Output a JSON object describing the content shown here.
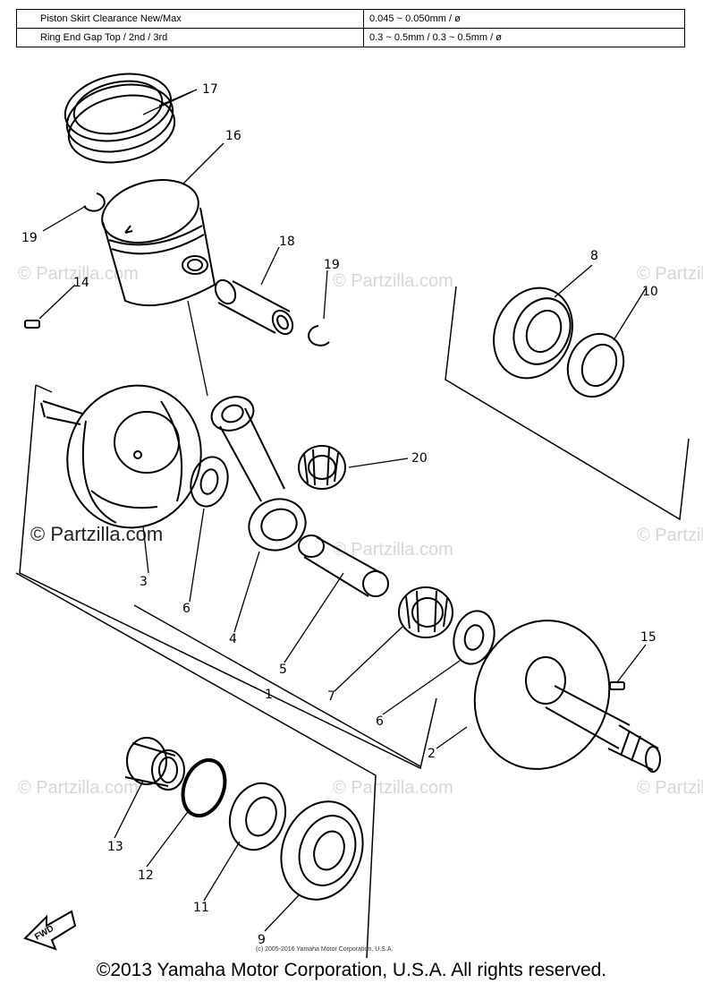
{
  "specs": [
    {
      "label": "Piston Skirt Clearance New/Max",
      "value": "0.045 ~ 0.050mm / ø"
    },
    {
      "label": "Ring End Gap Top / 2nd / 3rd",
      "value": "0.3 ~ 0.5mm / 0.3 ~ 0.5mm / ø"
    }
  ],
  "callouts": {
    "c1": "1",
    "c2": "2",
    "c3": "3",
    "c4": "4",
    "c5": "5",
    "c6a": "6",
    "c6b": "6",
    "c7": "7",
    "c8": "8",
    "c9": "9",
    "c10": "10",
    "c11": "11",
    "c12": "12",
    "c13": "13",
    "c14": "14",
    "c15": "15",
    "c16": "16",
    "c17": "17",
    "c18": "18",
    "c19a": "19",
    "c19b": "19",
    "c20": "20"
  },
  "watermark": "© Partzilla.com",
  "watermark_faint": "© Partzilla.com",
  "fwd_label": "FWD",
  "small_copyright": "(c) 2005-2016 Yamaha Motor Corporation, U.S.A.",
  "footer": "©2013 Yamaha Motor Corporation, U.S.A. All rights reserved."
}
